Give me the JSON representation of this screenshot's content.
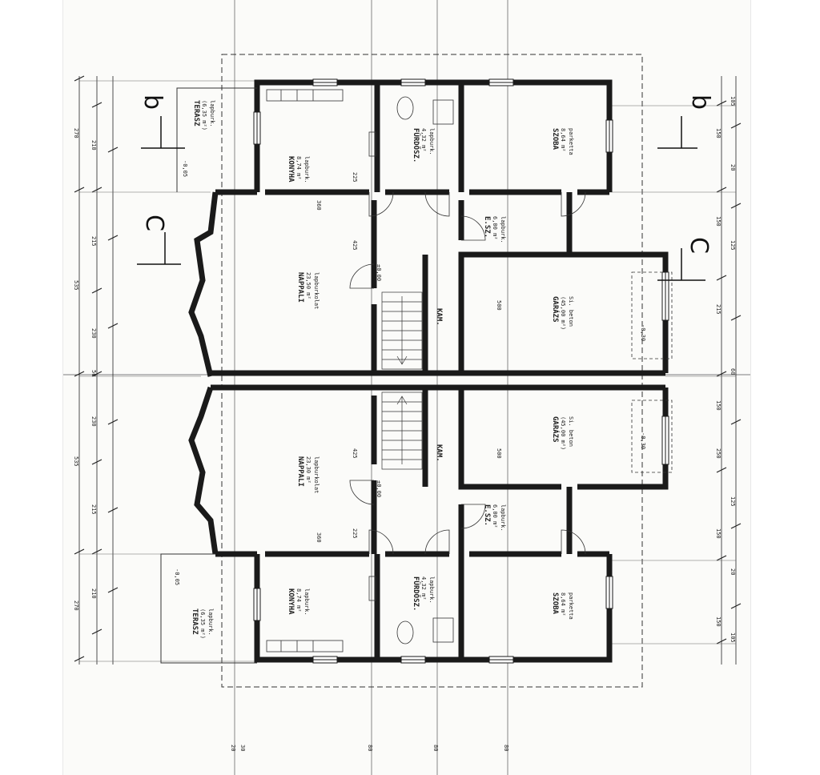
{
  "rooms": {
    "konyha_top": {
      "name": "KONYHA",
      "area": "8,74 m²",
      "floor": "lapburk."
    },
    "furdo_top": {
      "name": "FÜRDŐSZ.",
      "area": "4,32 m²",
      "floor": "lapburk."
    },
    "szoba_top": {
      "name": "SZOBA",
      "area": "8,64 m²",
      "floor": "parketta"
    },
    "terasz_top": {
      "name": "TERASZ",
      "area": "(6,35 m²)",
      "floor": "lapburk."
    },
    "nappali_top": {
      "name": "NAPPALI",
      "area": "23,50 m²",
      "floor": "lapburkolat"
    },
    "elosz_top": {
      "name": "E.SZ.",
      "area": "6,00 m²",
      "floor": "lapburk."
    },
    "kam_top": {
      "name": "KAM.",
      "area": "",
      "floor": ""
    },
    "garazs_top": {
      "name": "GARÁZS",
      "area": "(45,00 m²)",
      "floor": "Si. beton"
    },
    "nappali_bottom": {
      "name": "NAPPALI",
      "area": "23,30 m²",
      "floor": "lapburkolat"
    },
    "garazs_bottom": {
      "name": "GARÁZS",
      "area": "(45,00 m²)",
      "floor": "Si. beton"
    },
    "kam_bottom": {
      "name": "KAM.",
      "area": "",
      "floor": ""
    },
    "elosz_bottom": {
      "name": "E.SZ.",
      "area": "6,00 m²",
      "floor": "lapburk."
    },
    "konyha_bottom": {
      "name": "KONYHA",
      "area": "8,74 m²",
      "floor": "lapburk."
    },
    "furdo_bottom": {
      "name": "FÜRDŐSZ.",
      "area": "4,32 m²",
      "floor": "lapburk."
    },
    "szoba_bottom": {
      "name": "SZOBA",
      "area": "8,64 m²",
      "floor": "parketta"
    },
    "terasz_bottom": {
      "name": "TERASZ",
      "area": "(6,35 m²)",
      "floor": "lapburk."
    }
  },
  "sections": {
    "b": "b",
    "c": "C"
  },
  "dimensions": {
    "left_outer": [
      "270",
      "535",
      "535",
      "270"
    ],
    "left_mid": [
      "210",
      "215",
      "230",
      "50",
      "230",
      "215",
      "210"
    ],
    "right_outer": [
      "150",
      "150",
      "215",
      "150",
      "250",
      "150",
      "150"
    ],
    "right_mid": [
      "105",
      "20",
      "125",
      "60",
      "125",
      "20",
      "105"
    ],
    "bottom_axis": [
      "20",
      "30",
      "80",
      "80",
      "80"
    ],
    "interior": [
      "225",
      "425",
      "425",
      "225",
      "360",
      "360",
      "500",
      "500"
    ]
  },
  "levels": {
    "ground": "±0,00",
    "terrace": "-0,05",
    "garage": "-0,30"
  }
}
